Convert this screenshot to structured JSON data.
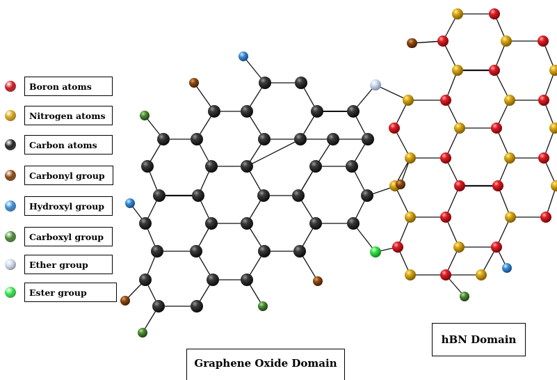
{
  "legend": [
    {
      "label": "Boron atoms",
      "color": "#d11a22"
    },
    {
      "label": "Nitrogen atoms",
      "color": "#d7a414"
    },
    {
      "label": "Carbon atoms",
      "color": "#242424"
    },
    {
      "label": "Carbonyl group",
      "color": "#8b4a12"
    },
    {
      "label": "Hydroxyl group",
      "color": "#3c8ed6"
    },
    {
      "label": "Carboxyl group",
      "color": "#4d8a36"
    },
    {
      "label": "Ether group",
      "color": "#c9d6ea"
    },
    {
      "label": "Ester group",
      "color": "#35e24a"
    }
  ],
  "domains": {
    "graphene_oxide": "Graphene Oxide Domain",
    "hbn": "hBN Domain"
  }
}
